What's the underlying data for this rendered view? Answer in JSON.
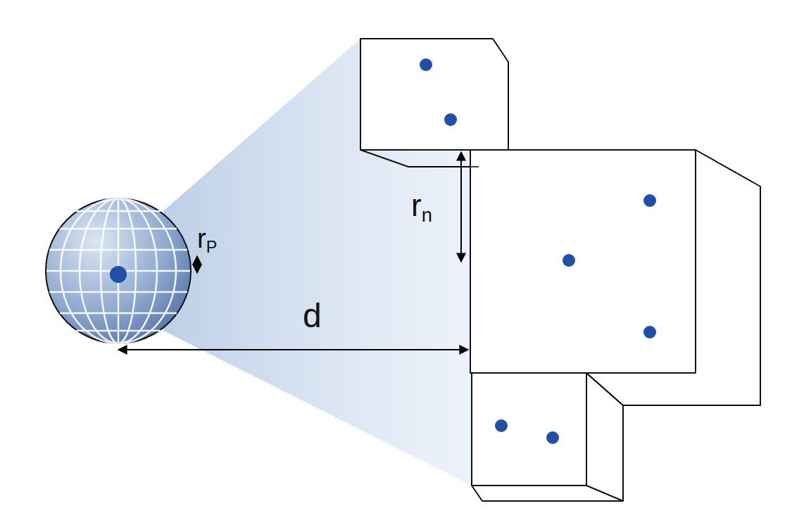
{
  "diagram": {
    "labels": [
      "rP",
      "rn",
      "d"
    ]
  }
}
